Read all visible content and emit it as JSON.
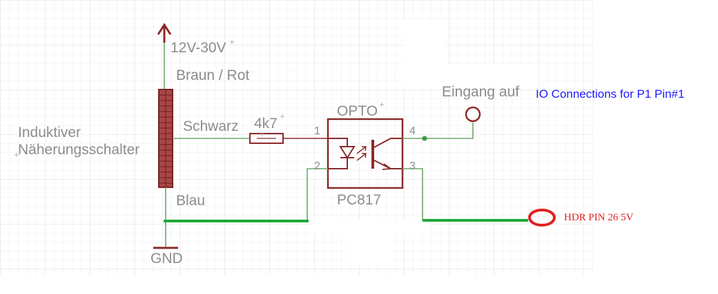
{
  "labels": {
    "supply": "12V-30V",
    "wire_brown": "Braun / Rot",
    "wire_black": "Schwarz",
    "resistor": "4k7",
    "sensor_line1": "Induktiver",
    "sensor_line2": "Näherungsschalter",
    "wire_blue": "Blau",
    "ground": "GND",
    "opto_name": "OPTO",
    "opto_part": "PC817",
    "pin1": "1",
    "pin2": "2",
    "pin3": "3",
    "pin4": "4",
    "input": "Eingang auf",
    "io_note": "IO Connections for P1 Pin#1",
    "hdr_note": "HDR PIN 26  5V"
  },
  "colors": {
    "wire": "#6aa86a",
    "added_wire": "#1fa83a",
    "component": "#8b2a2a",
    "grid": "#e3e3e3",
    "label": "#8c8c8c",
    "note_blue": "#1a1aff",
    "note_red": "#e02020"
  }
}
